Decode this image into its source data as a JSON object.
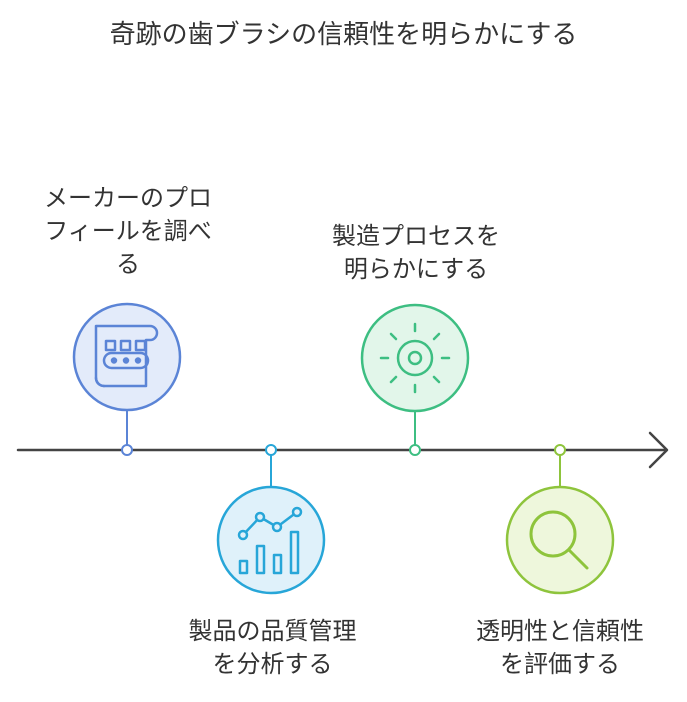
{
  "title": "奇跡の歯ブラシの信頼性を明らかにする",
  "steps": [
    {
      "lines": [
        "メーカーのプロ",
        "フィールを調べ",
        "る"
      ],
      "icon": "factory-conveyor-icon",
      "color": "#5b84d6",
      "fill": "#e3ebfa"
    },
    {
      "lines": [
        "製品の品質管理",
        "を分析する"
      ],
      "icon": "line-bar-chart-icon",
      "color": "#27a6d8",
      "fill": "#dff1fa"
    },
    {
      "lines": [
        "製造プロセスを",
        "明らかにする"
      ],
      "icon": "sun-gear-icon",
      "color": "#3dbe82",
      "fill": "#e2f6ea"
    },
    {
      "lines": [
        "透明性と信頼性",
        "を評価する"
      ],
      "icon": "magnifying-glass-icon",
      "color": "#8ec43c",
      "fill": "#eef7dc"
    }
  ],
  "timeline": {
    "color": "#444444"
  }
}
